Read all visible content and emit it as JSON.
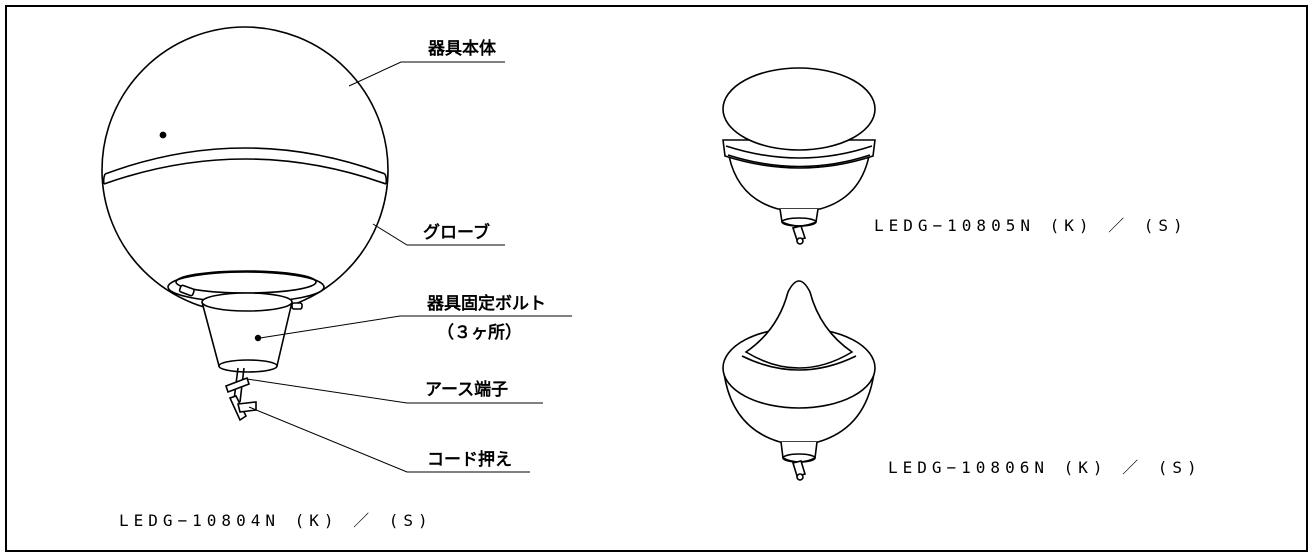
{
  "labels": {
    "body": "器具本体",
    "globe": "グローブ",
    "fixing_bolt": "器具固定ボルト",
    "bolt_count": "（３ヶ所）",
    "earth_terminal": "アース端子",
    "cord_clamp": "コード押え"
  },
  "models": {
    "main": "LEDG−10804N (K) ／ (S)",
    "variant_1": "LEDG−10805N (K) ／ (S)",
    "variant_2": "LEDG−10806N (K) ／ (S)"
  }
}
